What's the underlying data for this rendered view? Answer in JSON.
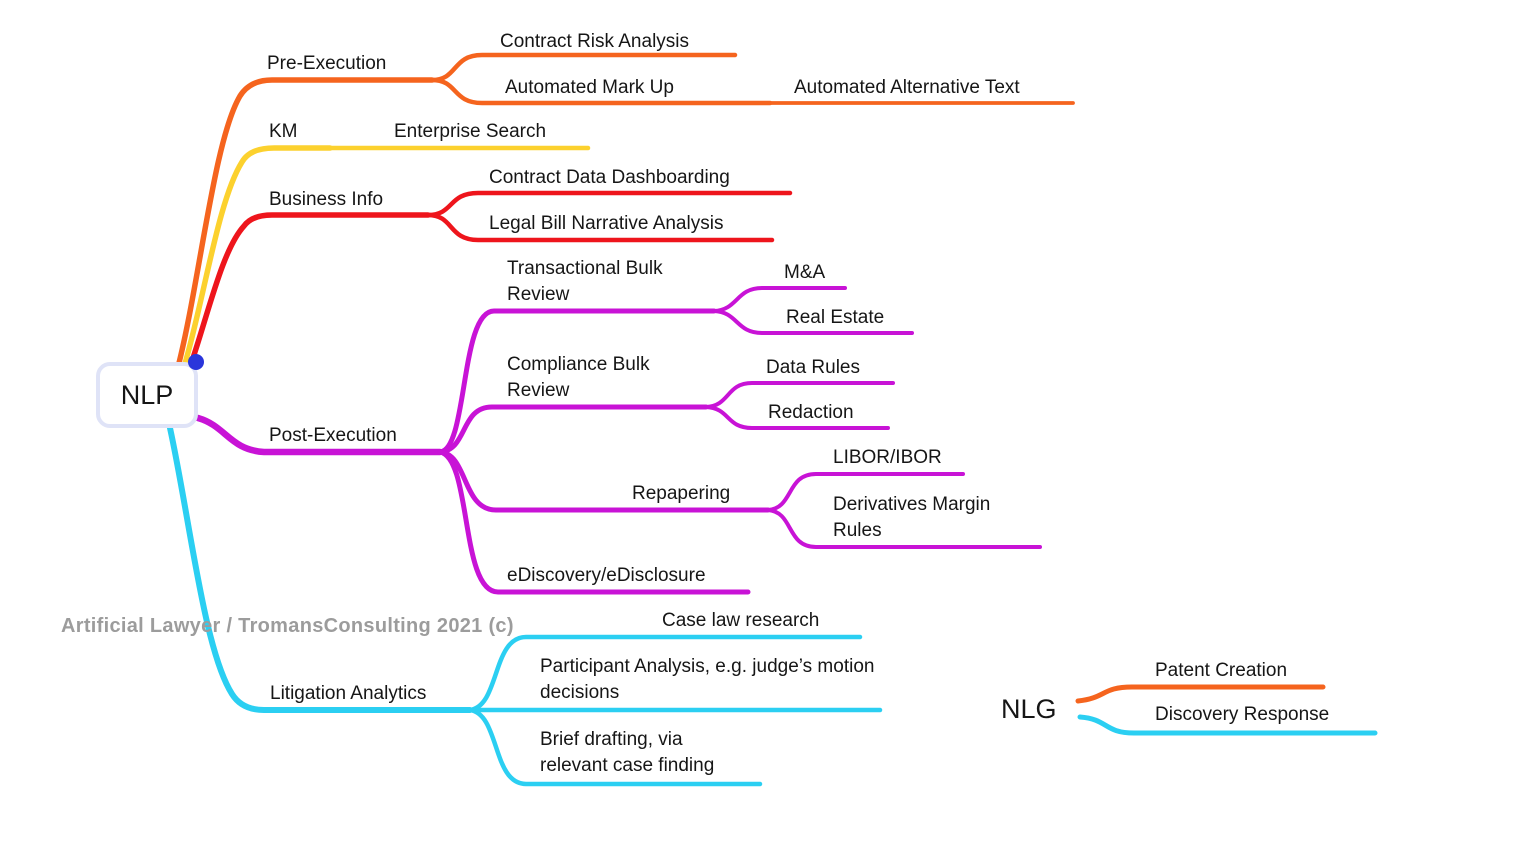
{
  "colors": {
    "orange": "#F5641E",
    "yellow": "#FCD12E",
    "red": "#EE151C",
    "magenta": "#C813D6",
    "cyan": "#2BCFF2",
    "dot_blue": "#2A35DB",
    "node_border": "#DFE3F7",
    "text": "#161616",
    "watermark_gray": "#9C9C9C"
  },
  "diagram": {
    "watermark": "Artificial Lawyer / TromansConsulting 2021 (c)",
    "trees": [
      {
        "root": "NLP",
        "branches": [
          {
            "label": "Pre-Execution",
            "color": "#F5641E",
            "children": [
              {
                "label": "Contract Risk Analysis"
              },
              {
                "label": "Automated Mark Up",
                "children": [
                  {
                    "label": "Automated Alternative Text"
                  }
                ]
              }
            ]
          },
          {
            "label": "KM",
            "color": "#FCD12E",
            "children": [
              {
                "label": "Enterprise Search"
              }
            ]
          },
          {
            "label": "Business Info",
            "color": "#EE151C",
            "children": [
              {
                "label": "Contract Data Dashboarding"
              },
              {
                "label": "Legal Bill Narrative Analysis"
              }
            ]
          },
          {
            "label": "Post-Execution",
            "color": "#C813D6",
            "children": [
              {
                "label": "Transactional Bulk Review",
                "children": [
                  {
                    "label": "M&A"
                  },
                  {
                    "label": "Real Estate"
                  }
                ]
              },
              {
                "label": "Compliance Bulk Review",
                "children": [
                  {
                    "label": "Data Rules"
                  },
                  {
                    "label": "Redaction"
                  }
                ]
              },
              {
                "label": "Repapering",
                "children": [
                  {
                    "label": "LIBOR/IBOR"
                  },
                  {
                    "label": "Derivatives Margin Rules"
                  }
                ]
              },
              {
                "label": "eDiscovery/eDisclosure"
              }
            ]
          },
          {
            "label": "Litigation Analytics",
            "color": "#2BCFF2",
            "children": [
              {
                "label": "Case law research"
              },
              {
                "label": "Participant Analysis, e.g. judge’s motion decisions"
              },
              {
                "label": "Brief drafting, via relevant case finding"
              }
            ]
          }
        ]
      },
      {
        "root": "NLG",
        "branches": [
          {
            "label": "Patent Creation",
            "color": "#F5641E"
          },
          {
            "label": "Discovery Response",
            "color": "#2BCFF2"
          }
        ]
      }
    ]
  }
}
